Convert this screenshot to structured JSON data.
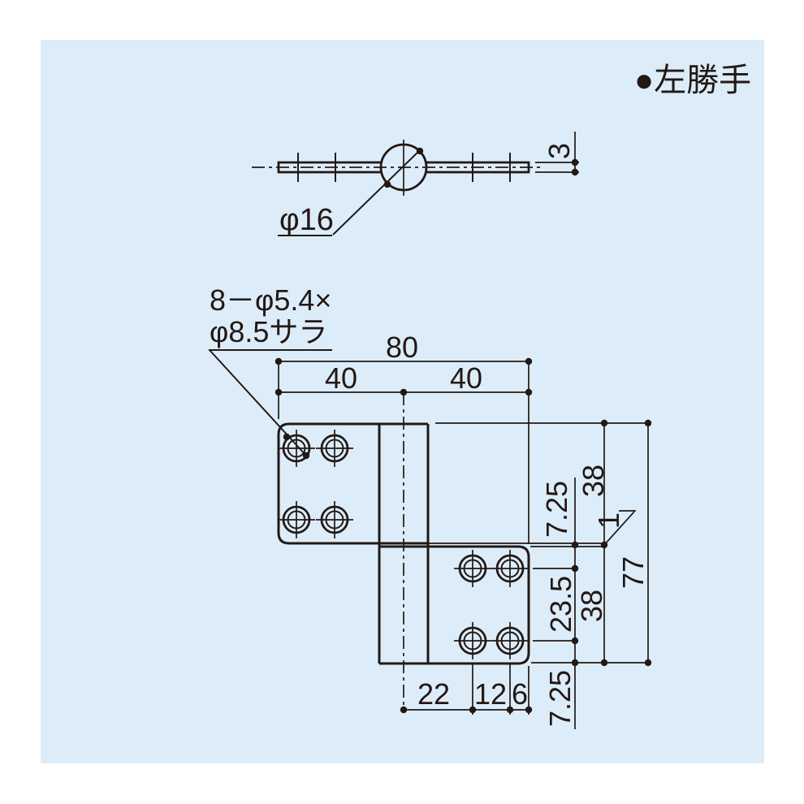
{
  "colors": {
    "background": "#ffffff",
    "panel": "#dcedf9",
    "line": "#231815"
  },
  "header": {
    "handing_note": "●左勝手"
  },
  "side_view": {
    "pin_diameter_label": "φ16",
    "thickness_label": "3"
  },
  "plan_view": {
    "holes_label_line1": "8－φ5.4×",
    "holes_label_line2": "φ8.5サラ",
    "dims": {
      "overall_width": "80",
      "left_width": "40",
      "right_width": "40",
      "upper_leaf_height": "38",
      "upper_edge_to_hole": "7.25",
      "leaf_gap": "1",
      "overall_height": "77",
      "hole_pitch_vertical": "23.5",
      "lower_leaf_height": "38",
      "center_to_hole": "22",
      "hole_pitch_horizontal": "12",
      "edge_to_hole": "6",
      "lower_edge_to_hole": "7.25"
    }
  }
}
